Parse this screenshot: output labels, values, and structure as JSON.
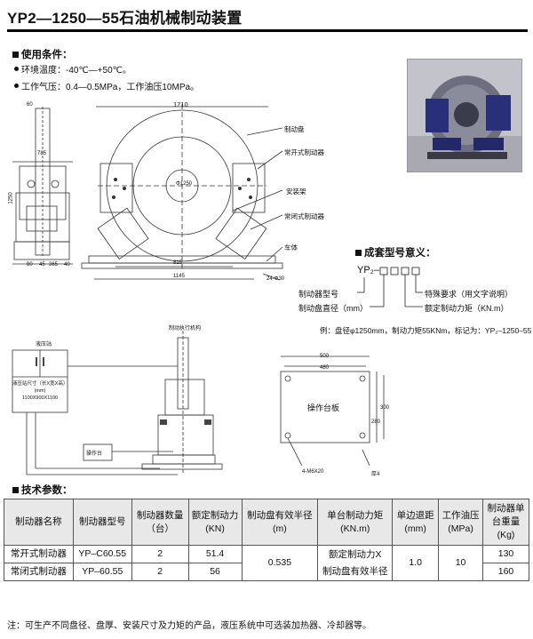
{
  "title": "YP2—1250—55石油机械制动装置",
  "conditions": {
    "heading": "使用条件：",
    "items": [
      "环境温度：-40℃—+50℃。",
      "工作气压：0.4—0.5MPa，工作油压10MPa。"
    ]
  },
  "main_drawing": {
    "dims": {
      "width": "1710",
      "left_a": "60",
      "left_b": "785",
      "left_c": "1250",
      "bottom_a": "815",
      "bottom_b": "1145",
      "bottom_c": "80",
      "bottom_d": "45",
      "bottom_e": "365",
      "bottom_f": "40",
      "holes": "24-Φ30",
      "center": "Φ1250"
    },
    "callouts": [
      "制动盘",
      "常开式制动器",
      "安装架",
      "常闭式制动器",
      "车体"
    ]
  },
  "model_meaning": {
    "heading": "成套型号意义：",
    "code": "YP₂–",
    "labels": {
      "model": "制动器型号",
      "diameter": "制动盘直径（mm）",
      "special": "特殊要求（用文字说明）",
      "torque": "额定制动力矩（KN.m）"
    },
    "example": "例：盘径φ1250mm，制动力矩55KNm，标记为：YP₂–1250–55"
  },
  "hydraulic": {
    "station_label": "液压站",
    "size_label": "液压站尺寸（长X宽X高）",
    "size_unit": "(mm)",
    "size_value": "1100X900X1100",
    "mechanism_label": "制动执行机构",
    "console_label": "操作台"
  },
  "plate": {
    "label": "操作台板",
    "dim_outer": "500",
    "dim_inner": "480",
    "dim_h_outer": "300",
    "dim_h_inner": "280",
    "holes": "4-M6X20",
    "thickness": "厚4"
  },
  "specs": {
    "heading": "技术参数：",
    "headers": [
      [
        "制动器名称"
      ],
      [
        "制动器型号"
      ],
      [
        "制动器数量",
        "（台）"
      ],
      [
        "额定制动力",
        "(KN)"
      ],
      [
        "制动盘有效半径",
        "(m)"
      ],
      [
        "单台制动力矩",
        "(KN.m)"
      ],
      [
        "单边退距",
        "(mm)"
      ],
      [
        "工作油压",
        "(MPa)"
      ],
      [
        "制动器单",
        "台重量",
        "(Kg)"
      ]
    ],
    "rows": [
      {
        "name": "常开式制动器",
        "model": "YP–C60.55",
        "qty": "2",
        "force": "51.4",
        "weight": "130"
      },
      {
        "name": "常闭式制动器",
        "model": "YP–60.55",
        "qty": "2",
        "force": "56",
        "weight": "160"
      }
    ],
    "radius": "0.535",
    "torque_lines": [
      "额定制动力X",
      "制动盘有效半径"
    ],
    "retreat": "1.0",
    "pressure": "10"
  },
  "note": "注：可生产不同盘径、盘厚、安装尺寸及力矩的产品，液压系统中可选装加热器、冷却器等。"
}
